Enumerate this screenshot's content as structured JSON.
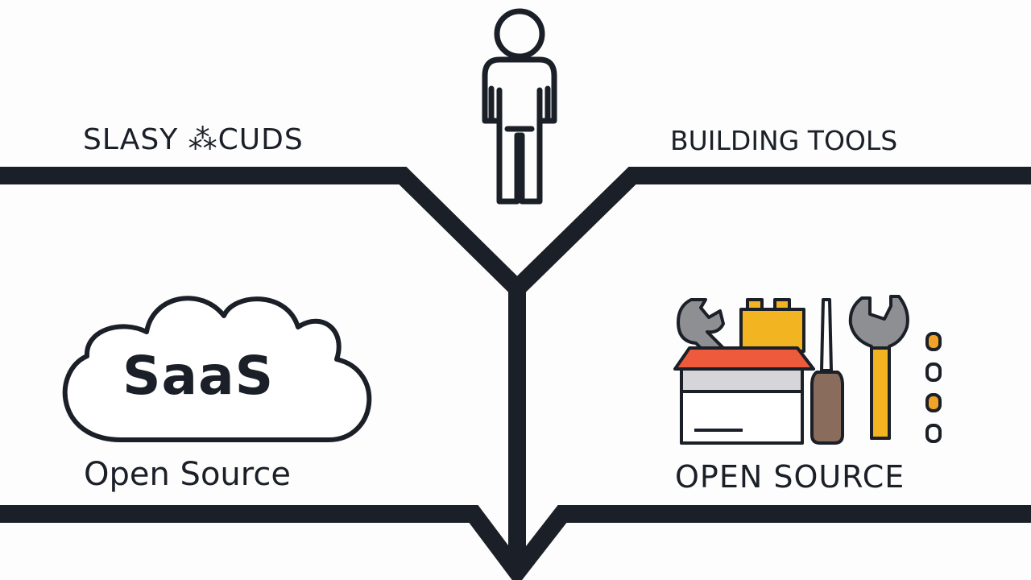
{
  "diagram": {
    "left_branch": {
      "title": "SLASY ⁂CUDS",
      "cloud_text": "SaaS",
      "caption": "Open Source"
    },
    "right_branch": {
      "title": "BUILDING TOOLS",
      "caption": "OPEN SOURCE"
    },
    "icons": {
      "top": "person-icon",
      "left": "cloud-icon",
      "right": [
        "wrench-icon",
        "toolbox-icon",
        "screwdriver-icon",
        "wrench-icon",
        "bolts-icon"
      ]
    },
    "colors": {
      "line": "#1b1f27",
      "background": "#fdfdfd",
      "wrench_grey": "#8d8f92",
      "box_yellow": "#f2b421",
      "box_lid_red": "#ee5a3c",
      "box_front_grey": "#d6d6da",
      "screwdriver_brown": "#8a6c5c",
      "wrench_yellow": "#f2b421",
      "bolt_orange": "#f2a327"
    }
  }
}
